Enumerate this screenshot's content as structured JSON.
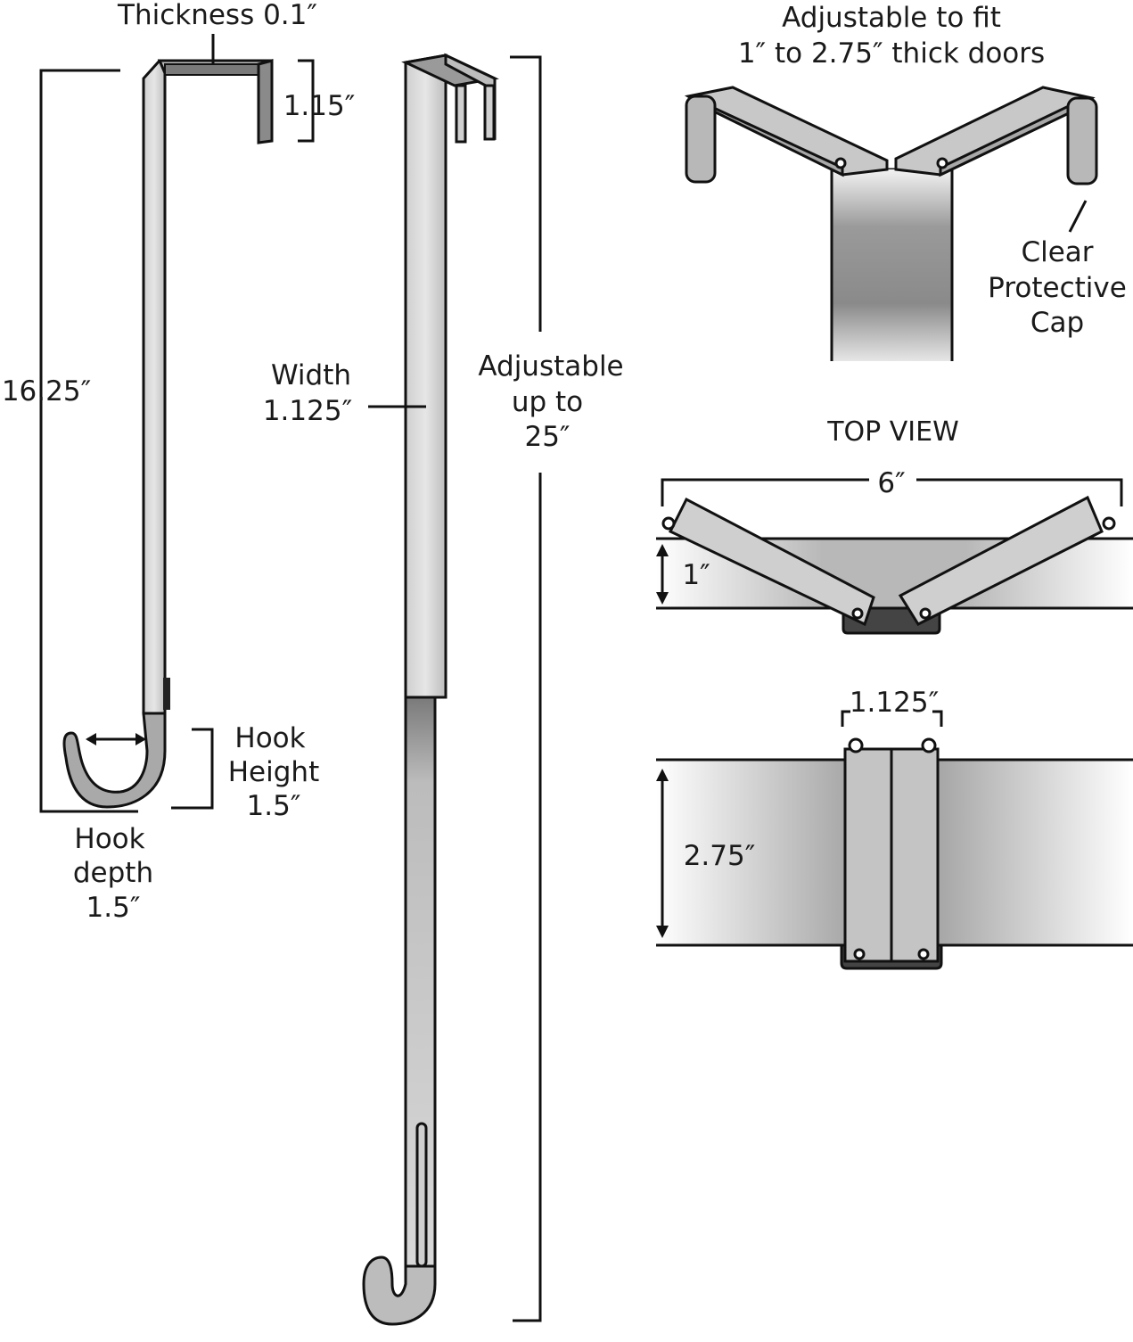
{
  "colors": {
    "line": "#111111",
    "metal_light": "#d8d8d8",
    "metal_mid": "#b4b4b4",
    "metal_dark": "#6e6e6e",
    "background": "#ffffff"
  },
  "labels": {
    "thickness": "Thickness 0.1″",
    "top_depth": "1.15″",
    "overall_length": "16.25″",
    "hook_height": [
      "Hook",
      "Height",
      "1.5″"
    ],
    "hook_depth": [
      "Hook",
      "depth",
      "1.5″"
    ],
    "width": [
      "Width",
      "1.125″"
    ],
    "adjustable_length": [
      "Adjustable",
      "up to",
      "25″"
    ],
    "adjustable_fit": [
      "Adjustable to fit",
      "1″ to 2.75″ thick doors"
    ],
    "clear_cap": [
      "Clear",
      "Protective",
      "Cap"
    ],
    "top_view": "TOP VIEW",
    "six_inch": "6″",
    "one_inch": "1″",
    "bracket_width": "1.125″",
    "door_thickness": "2.75″"
  }
}
